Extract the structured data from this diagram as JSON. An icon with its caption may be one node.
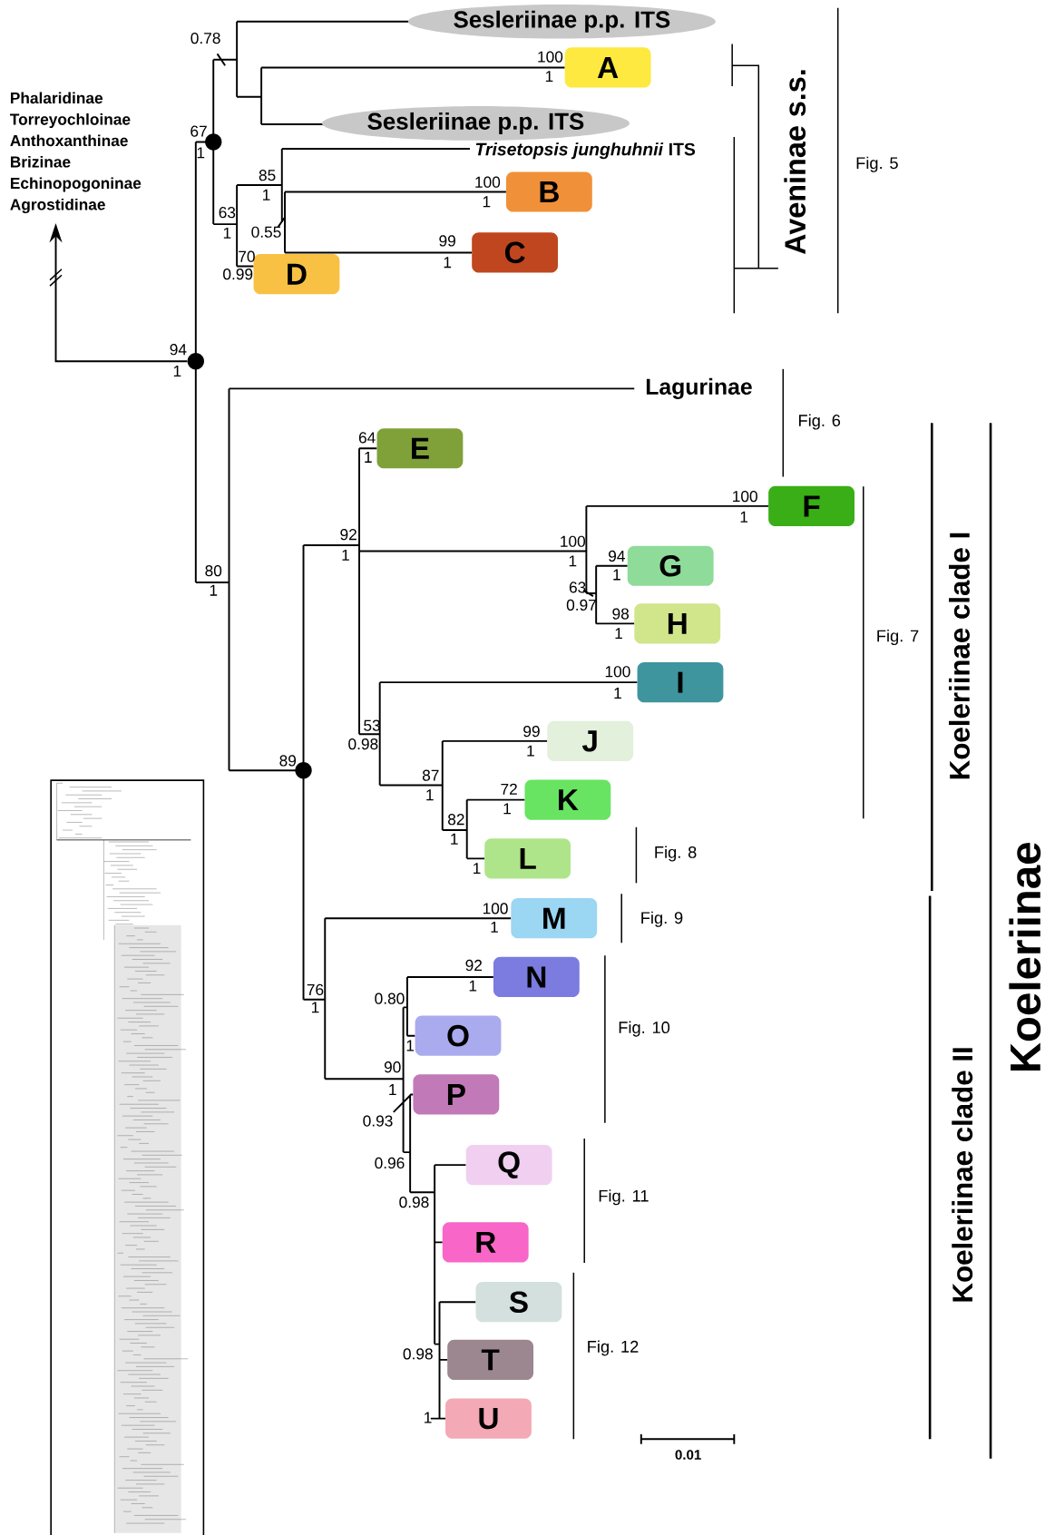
{
  "diagram": {
    "nodes": [
      {
        "text": [
          "Sesleriinae p.p. ITS"
        ]
      },
      {
        "text": [
          "A"
        ]
      },
      {
        "text": [
          "Phalaridinae",
          "Torreyochloinae",
          "Anthoxanthinae",
          "Brizinae",
          "Echinopogoninae",
          "Agrostidinae"
        ]
      },
      {
        "text": [
          "Sesleriinae p.p. ITS"
        ]
      },
      {
        "text": [],
        "shape": "circle"
      },
      {
        "text": [
          "*Trisetopsis junghuhnii* ITS"
        ]
      },
      {
        "text": [
          "B"
        ]
      },
      {
        "text": [
          "C"
        ]
      },
      {
        "text": [
          "D"
        ]
      },
      {
        "text": [],
        "shape": "circle"
      },
      {
        "text": [
          "Lagurinae"
        ]
      },
      {
        "text": [
          "E"
        ]
      },
      {
        "text": [
          "F"
        ]
      },
      {
        "text": [
          "G"
        ]
      },
      {
        "text": [
          "H"
        ]
      },
      {
        "text": [
          "I"
        ]
      },
      {
        "text": [
          "J"
        ]
      },
      {
        "text": [
          "K"
        ]
      },
      {
        "text": [
          "L"
        ]
      },
      {
        "text": [],
        "shape": "circle"
      },
      {
        "text": [
          "M"
        ]
      },
      {
        "text": [
          "N"
        ]
      },
      {
        "text": [
          "O"
        ]
      },
      {
        "text": [
          "P"
        ]
      },
      {
        "text": [
          "Q"
        ]
      },
      {
        "text": [
          "R"
        ]
      },
      {
        "text": [
          "S"
        ]
      },
      {
        "text": [
          "T"
        ]
      },
      {
        "text": [
          "U"
        ]
      }
    ],
    "edges": [
      {
        "from": 9,
        "to": 2,
        "arrow": "to"
      }
    ],
    "labels": [
      "0.78",
      "100",
      "1",
      "67",
      "1",
      "85",
      "100",
      "1",
      "1",
      "63",
      "1",
      "0.55",
      "99",
      "70",
      "1",
      "0.99",
      "94",
      "1",
      "64",
      "1",
      "100",
      "1",
      "92",
      "100",
      "1",
      "1",
      "94",
      "80",
      "1",
      "63",
      "1",
      "0.97",
      "98",
      "1",
      "100",
      "1",
      "53",
      "99",
      "0.98",
      "1",
      "89",
      "87",
      "72",
      "1",
      "1",
      "82",
      "1",
      "1",
      "100",
      "1",
      "92",
      "1",
      "76",
      "0.80",
      "1",
      "1",
      "90",
      "1",
      "0.93",
      "0.96",
      "0.98",
      "0.98",
      "1",
      "Aveninae s.s.",
      "Fig. 5",
      "Fig. 6",
      "Fig. 7",
      "Koeleriinae clade I",
      "Koeleriinae",
      "Fig. 8",
      "Fig. 9",
      "Fig. 10",
      "Fig. 11",
      "Koeleriinae clade II",
      "Fig. 12",
      "0.01"
    ]
  }
}
